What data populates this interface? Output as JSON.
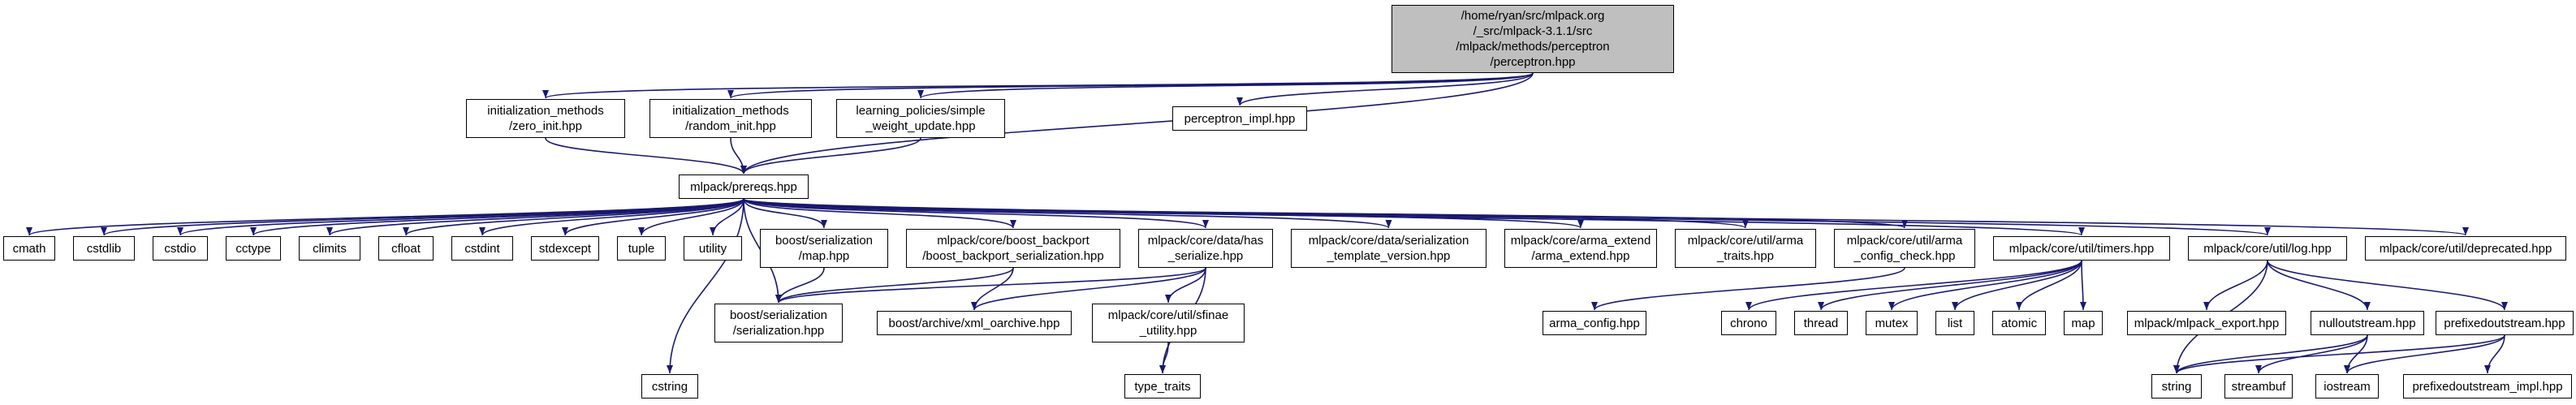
{
  "colors": {
    "edge": "#191970",
    "node_border": "#000000",
    "node_fill": "#ffffff",
    "root_fill": "#bfbfbf"
  },
  "nodes": {
    "root": {
      "label": "/home/ryan/src/mlpack.org\n/_src/mlpack-3.1.1/src\n/mlpack/methods/perceptron\n/perceptron.hpp"
    },
    "zero_init": {
      "label": "initialization_methods\n/zero_init.hpp"
    },
    "random_init": {
      "label": "initialization_methods\n/random_init.hpp"
    },
    "simple_weight": {
      "label": "learning_policies/simple\n_weight_update.hpp"
    },
    "perceptron_impl": {
      "label": "perceptron_impl.hpp"
    },
    "prereqs": {
      "label": "mlpack/prereqs.hpp"
    },
    "cmath": {
      "label": "cmath"
    },
    "cstdlib": {
      "label": "cstdlib"
    },
    "cstdio": {
      "label": "cstdio"
    },
    "cctype": {
      "label": "cctype"
    },
    "climits": {
      "label": "climits"
    },
    "cfloat": {
      "label": "cfloat"
    },
    "cstdint": {
      "label": "cstdint"
    },
    "stdexcept": {
      "label": "stdexcept"
    },
    "tuple": {
      "label": "tuple"
    },
    "utility": {
      "label": "utility"
    },
    "boost_ser_map": {
      "label": "boost/serialization\n/map.hpp"
    },
    "boost_backport": {
      "label": "mlpack/core/boost_backport\n/boost_backport_serialization.hpp"
    },
    "has_serialize": {
      "label": "mlpack/core/data/has\n_serialize.hpp"
    },
    "ser_template_version": {
      "label": "mlpack/core/data/serialization\n_template_version.hpp"
    },
    "arma_extend": {
      "label": "mlpack/core/arma_extend\n/arma_extend.hpp"
    },
    "arma_traits": {
      "label": "mlpack/core/util/arma\n_traits.hpp"
    },
    "arma_config_check": {
      "label": "mlpack/core/util/arma\n_config_check.hpp"
    },
    "timers": {
      "label": "mlpack/core/util/timers.hpp"
    },
    "log": {
      "label": "mlpack/core/util/log.hpp"
    },
    "deprecated": {
      "label": "mlpack/core/util/deprecated.hpp"
    },
    "boost_serialization": {
      "label": "boost/serialization\n/serialization.hpp"
    },
    "xml_oarchive": {
      "label": "boost/archive/xml_oarchive.hpp"
    },
    "sfinae": {
      "label": "mlpack/core/util/sfinae\n_utility.hpp"
    },
    "arma_config": {
      "label": "arma_config.hpp"
    },
    "chrono": {
      "label": "chrono"
    },
    "thread": {
      "label": "thread"
    },
    "mutex": {
      "label": "mutex"
    },
    "list": {
      "label": "list"
    },
    "atomic": {
      "label": "atomic"
    },
    "map": {
      "label": "map"
    },
    "mlpack_export": {
      "label": "mlpack/mlpack_export.hpp"
    },
    "nulloutstream": {
      "label": "nulloutstream.hpp"
    },
    "prefixedoutstream": {
      "label": "prefixedoutstream.hpp"
    },
    "cstring": {
      "label": "cstring"
    },
    "type_traits": {
      "label": "type_traits"
    },
    "string": {
      "label": "string"
    },
    "streambuf": {
      "label": "streambuf"
    },
    "iostream": {
      "label": "iostream"
    },
    "prefixedoutstream_impl": {
      "label": "prefixedoutstream_impl.hpp"
    }
  },
  "edges": [
    [
      "root",
      "zero_init"
    ],
    [
      "root",
      "random_init"
    ],
    [
      "root",
      "simple_weight"
    ],
    [
      "root",
      "perceptron_impl"
    ],
    [
      "root",
      "prereqs"
    ],
    [
      "zero_init",
      "prereqs"
    ],
    [
      "random_init",
      "prereqs"
    ],
    [
      "simple_weight",
      "prereqs"
    ],
    [
      "prereqs",
      "cmath"
    ],
    [
      "prereqs",
      "cstdlib"
    ],
    [
      "prereqs",
      "cstdio"
    ],
    [
      "prereqs",
      "cstring"
    ],
    [
      "prereqs",
      "cctype"
    ],
    [
      "prereqs",
      "climits"
    ],
    [
      "prereqs",
      "cfloat"
    ],
    [
      "prereqs",
      "cstdint"
    ],
    [
      "prereqs",
      "stdexcept"
    ],
    [
      "prereqs",
      "tuple"
    ],
    [
      "prereqs",
      "utility"
    ],
    [
      "prereqs",
      "boost_ser_map"
    ],
    [
      "prereqs",
      "boost_serialization"
    ],
    [
      "prereqs",
      "boost_backport"
    ],
    [
      "prereqs",
      "has_serialize"
    ],
    [
      "prereqs",
      "ser_template_version"
    ],
    [
      "prereqs",
      "arma_extend"
    ],
    [
      "prereqs",
      "arma_traits"
    ],
    [
      "prereqs",
      "arma_config_check"
    ],
    [
      "prereqs",
      "timers"
    ],
    [
      "prereqs",
      "log"
    ],
    [
      "prereqs",
      "deprecated"
    ],
    [
      "boost_ser_map",
      "boost_serialization"
    ],
    [
      "boost_backport",
      "boost_serialization"
    ],
    [
      "boost_backport",
      "xml_oarchive"
    ],
    [
      "has_serialize",
      "boost_serialization"
    ],
    [
      "has_serialize",
      "xml_oarchive"
    ],
    [
      "has_serialize",
      "sfinae"
    ],
    [
      "has_serialize",
      "type_traits"
    ],
    [
      "sfinae",
      "type_traits"
    ],
    [
      "arma_config_check",
      "arma_config"
    ],
    [
      "timers",
      "chrono"
    ],
    [
      "timers",
      "thread"
    ],
    [
      "timers",
      "mutex"
    ],
    [
      "timers",
      "list"
    ],
    [
      "timers",
      "atomic"
    ],
    [
      "timers",
      "map"
    ],
    [
      "log",
      "mlpack_export"
    ],
    [
      "log",
      "nulloutstream"
    ],
    [
      "log",
      "prefixedoutstream"
    ],
    [
      "log",
      "string"
    ],
    [
      "nulloutstream",
      "iostream"
    ],
    [
      "nulloutstream",
      "streambuf"
    ],
    [
      "nulloutstream",
      "string"
    ],
    [
      "prefixedoutstream",
      "iostream"
    ],
    [
      "prefixedoutstream",
      "string"
    ],
    [
      "prefixedoutstream",
      "prefixedoutstream_impl"
    ]
  ]
}
